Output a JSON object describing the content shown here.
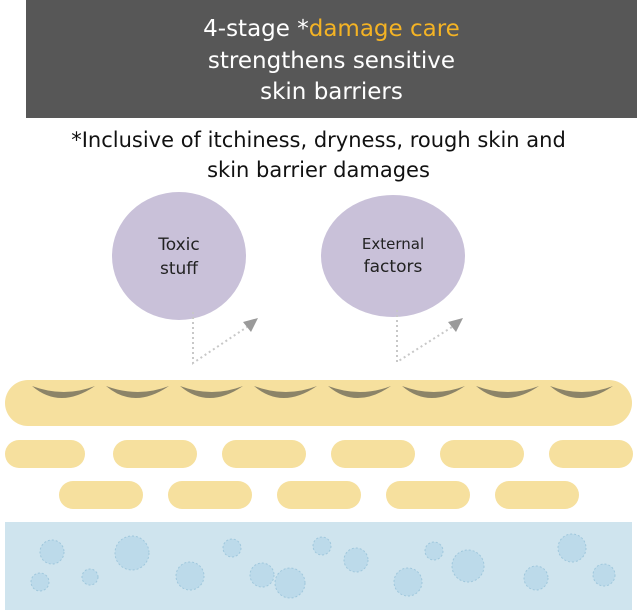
{
  "banner": {
    "line1_prefix": "4-stage *",
    "line1_accent": "damage care",
    "line2": "strengthens sensitive",
    "line3": "skin barriers"
  },
  "note": {
    "line1": "*Inclusive of itchiness, dryness, rough skin and",
    "line2": "skin barrier damages"
  },
  "bubbles": [
    {
      "line1": "Toxic",
      "line2": "stuff"
    },
    {
      "line1": "External",
      "line2": "factors"
    }
  ],
  "colors": {
    "banner_bg": "#575757",
    "accent": "#f4b324",
    "bubble": "#c9c1d9",
    "skin_layer": "#f6e09e",
    "dermis": "#cfe4ee",
    "droplet": "#a8cfe3"
  }
}
